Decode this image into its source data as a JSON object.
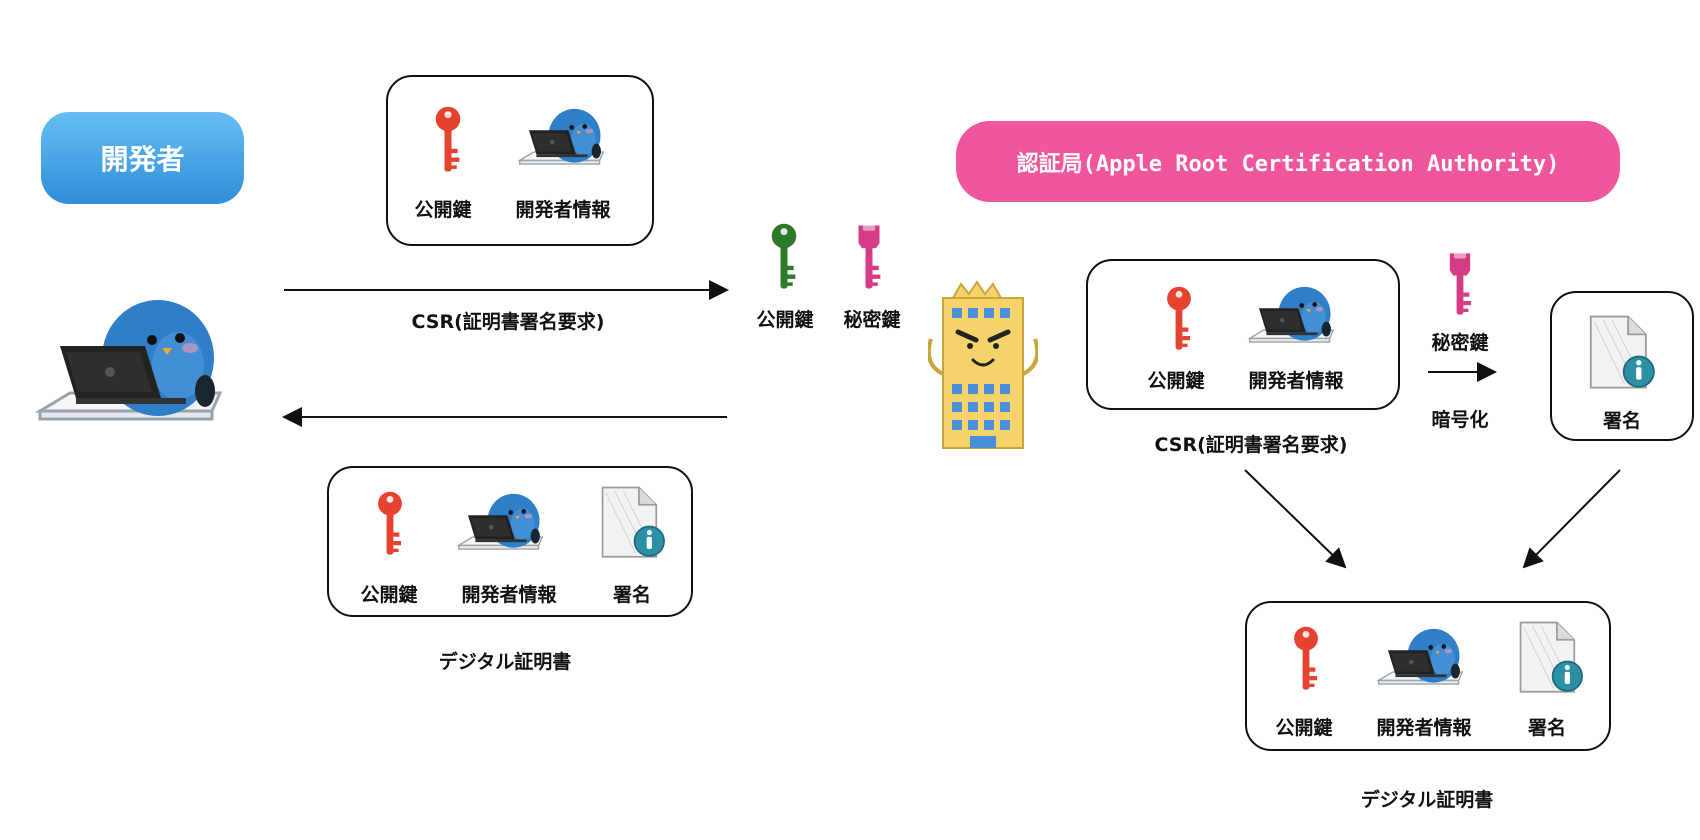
{
  "developer": {
    "title": "開発者"
  },
  "authority": {
    "title": "認証局(Apple Root Certification Authority)"
  },
  "csr_box": {
    "public_key_label": "公開鍵",
    "developer_info_label": "開発者情報"
  },
  "flow": {
    "csr_label": "CSR(証明書署名要求)"
  },
  "keys": {
    "public_key_label": "公開鍵",
    "private_key_label": "秘密鍵"
  },
  "cert_box": {
    "public_key_label": "公開鍵",
    "developer_info_label": "開発者情報",
    "signature_label": "署名",
    "caption": "デジタル証明書"
  },
  "ca_csr_box": {
    "public_key_label": "公開鍵",
    "developer_info_label": "開発者情報",
    "caption": "CSR(証明書署名要求)"
  },
  "encryption": {
    "private_key_label": "秘密鍵",
    "action_label": "暗号化"
  },
  "signature_box": {
    "label": "署名"
  },
  "ca_cert_box": {
    "public_key_label": "公開鍵",
    "developer_info_label": "開発者情報",
    "signature_label": "署名",
    "caption": "デジタル証明書"
  },
  "colors": {
    "developer_pill": "#3a9be2",
    "authority_pill": "#f0569b",
    "public_key_red": "#e5432f",
    "public_key_green": "#2d7a2b",
    "private_key": "#d63c86",
    "penguin": "#2f7fc8",
    "building": "#f5d36b"
  }
}
